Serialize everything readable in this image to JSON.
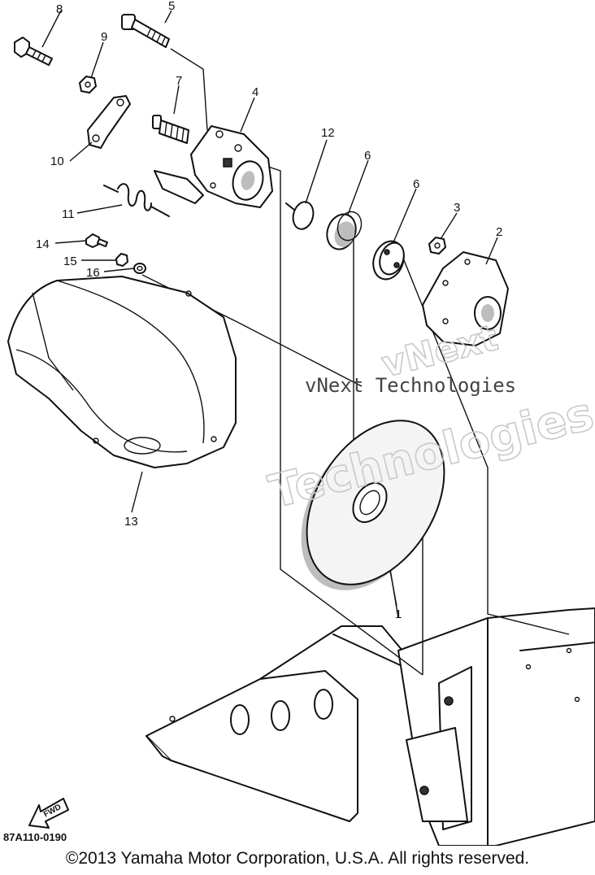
{
  "diagram": {
    "callouts": [
      "1",
      "2",
      "3",
      "4",
      "5",
      "6",
      "6",
      "7",
      "8",
      "9",
      "10",
      "11",
      "12",
      "13",
      "14",
      "15",
      "16"
    ],
    "drawing_code": "87A110-0190",
    "fwd_label": "FWD"
  },
  "watermark": {
    "line1": "vNext",
    "line2": "vNext Technologies",
    "line3": "Technologies"
  },
  "footer": {
    "copyright": "©2013 Yamaha Motor Corporation, U.S.A. All rights reserved."
  }
}
